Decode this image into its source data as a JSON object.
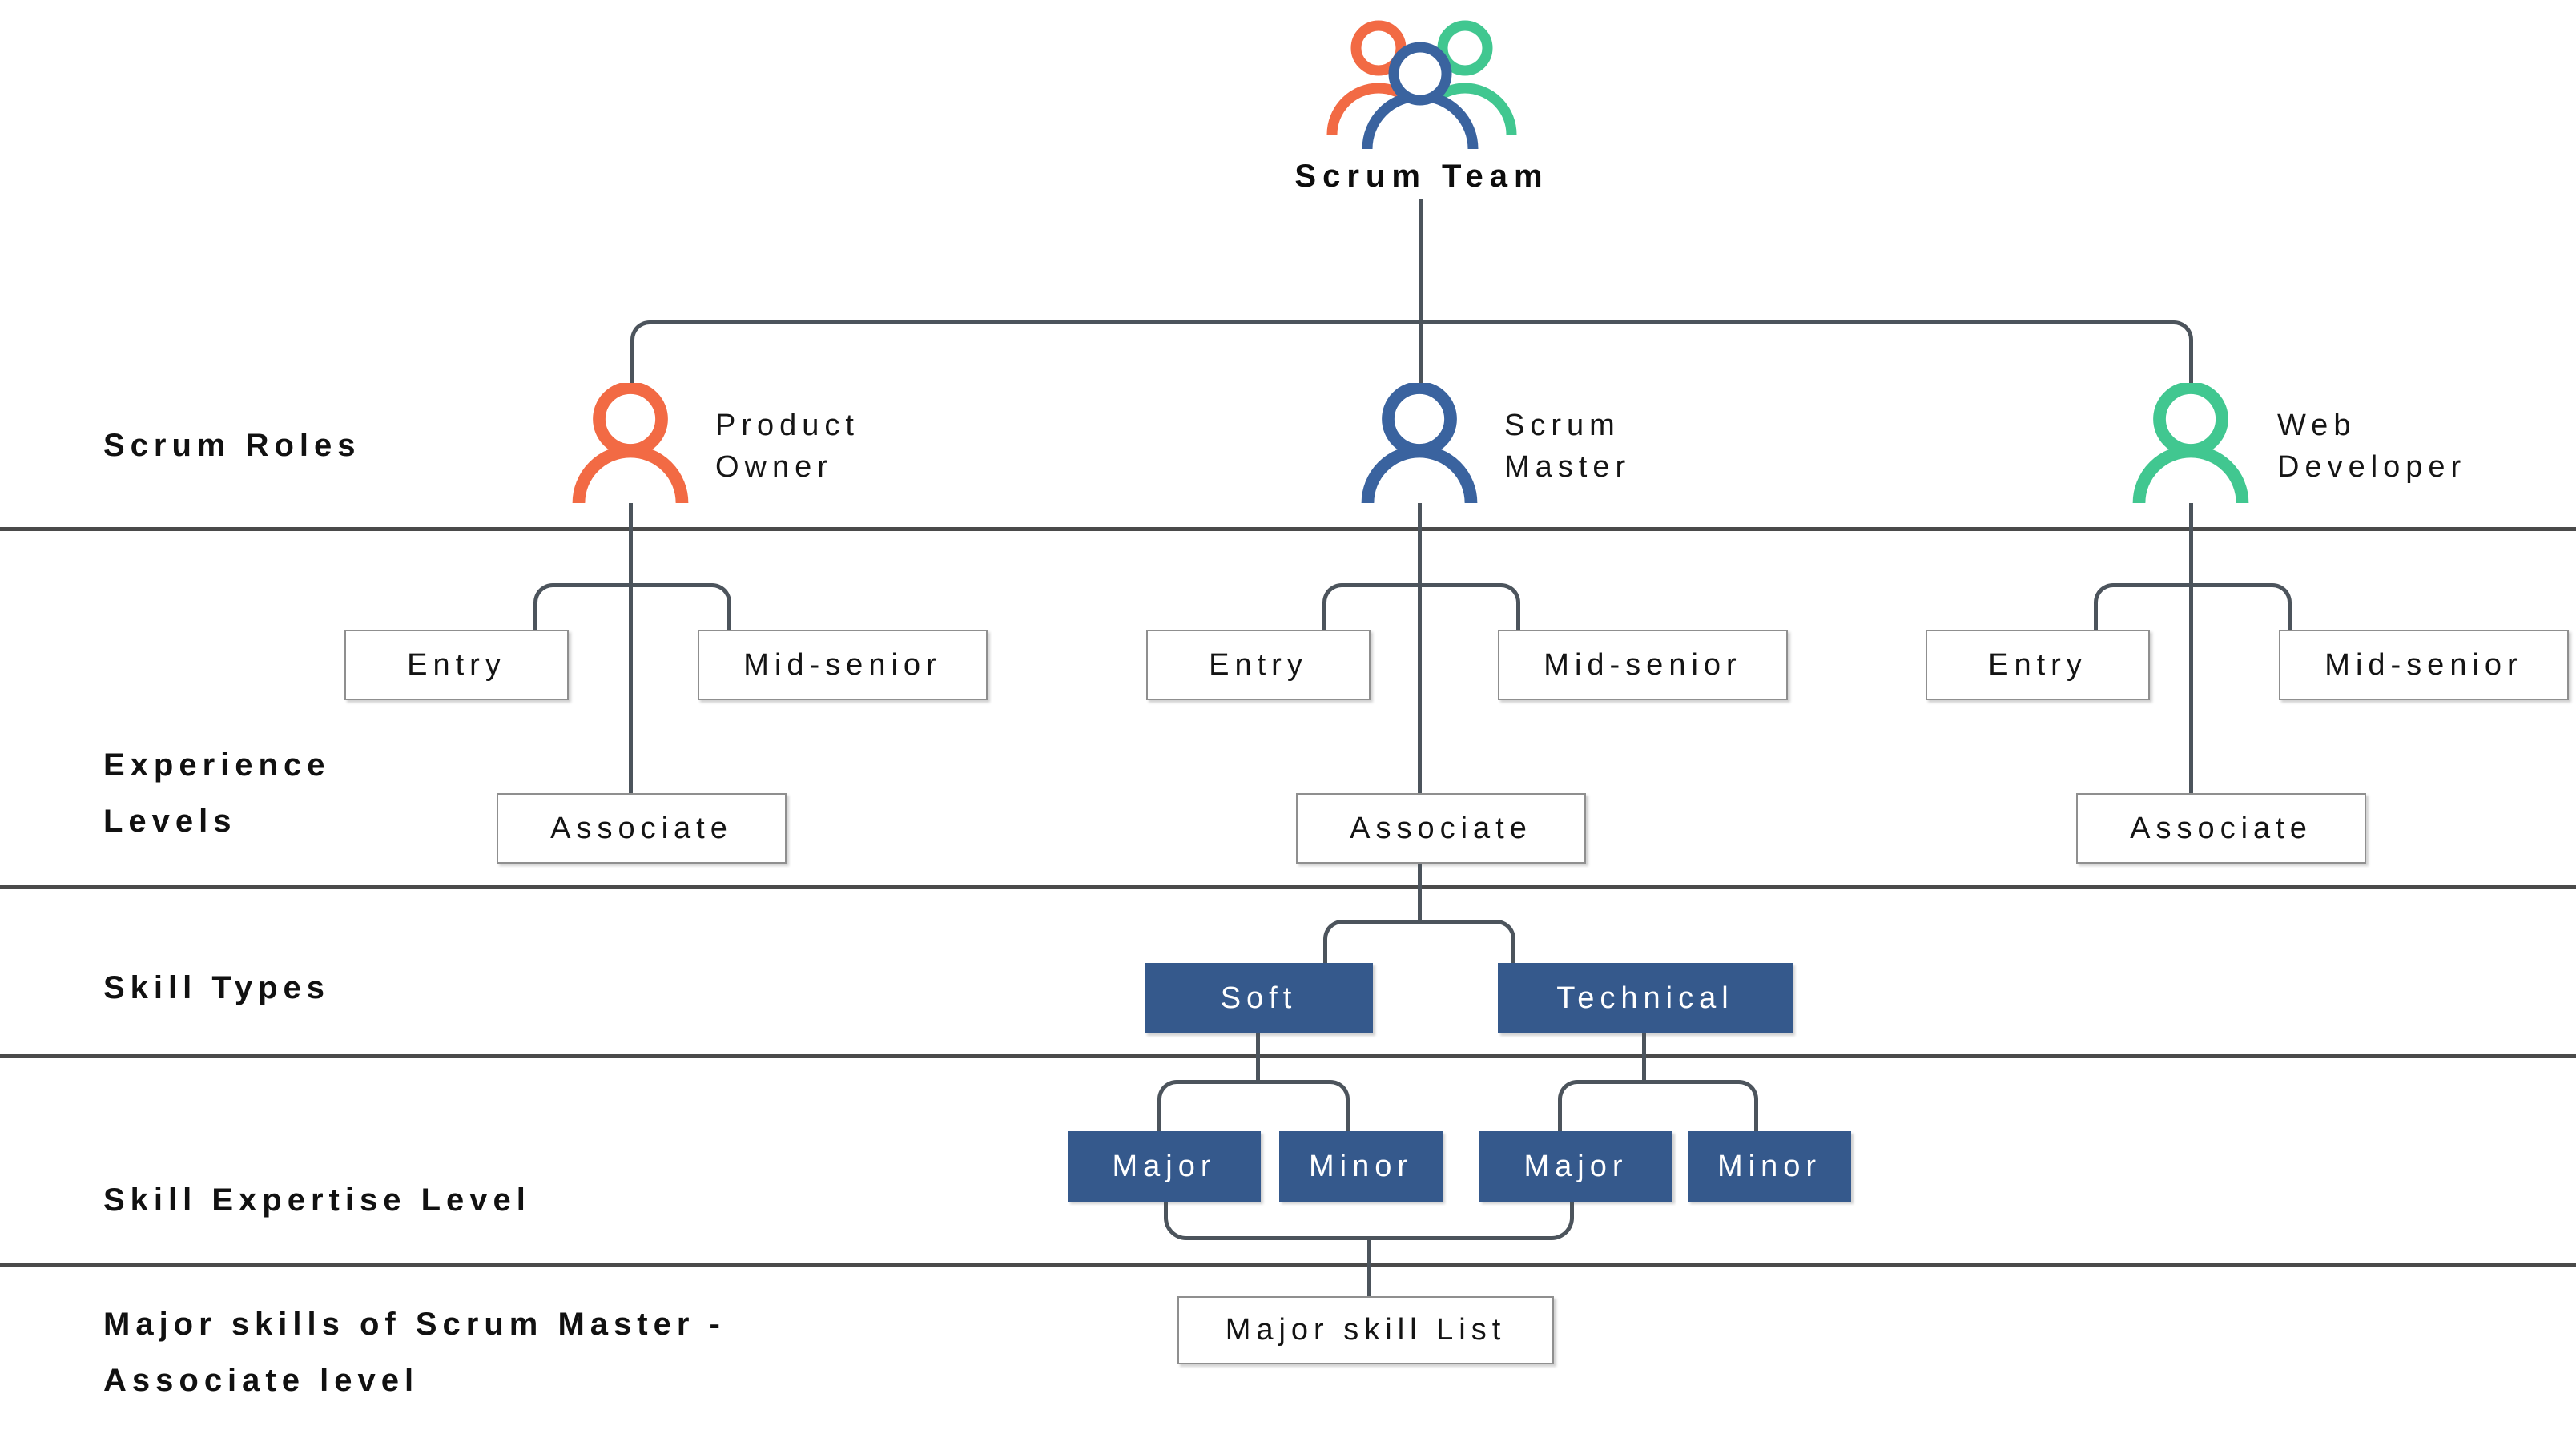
{
  "diagram_title": "Scrum Team",
  "row_labels": {
    "scrum_roles": "Scrum Roles",
    "experience_levels_line1": "Experience",
    "experience_levels_line2": "Levels",
    "skill_types": "Skill Types",
    "skill_expertise_level": "Skill Expertise Level",
    "major_skills_line1": "Major skills of Scrum Master -",
    "major_skills_line2": "Associate level"
  },
  "roles": [
    {
      "name": "Product Owner",
      "line1": "Product",
      "line2": "Owner",
      "color": "#f26a44"
    },
    {
      "name": "Scrum Master",
      "line1": "Scrum",
      "line2": "Master",
      "color": "#3a639f"
    },
    {
      "name": "Web Developer",
      "line1": "Web",
      "line2": "Developer",
      "color": "#41c790"
    }
  ],
  "experience_levels": {
    "entry": "Entry",
    "mid_senior": "Mid-senior",
    "associate": "Associate"
  },
  "skill_types": {
    "soft": "Soft",
    "technical": "Technical"
  },
  "expertise_levels": {
    "major": "Major",
    "minor": "Minor"
  },
  "output": {
    "major_skill_list": "Major skill List"
  },
  "colors": {
    "role_orange": "#f26a44",
    "role_blue": "#3a639f",
    "role_green": "#41c790",
    "node_fill_blue": "#35598c",
    "connector": "#4c545c",
    "divider": "#4a4a4a"
  }
}
